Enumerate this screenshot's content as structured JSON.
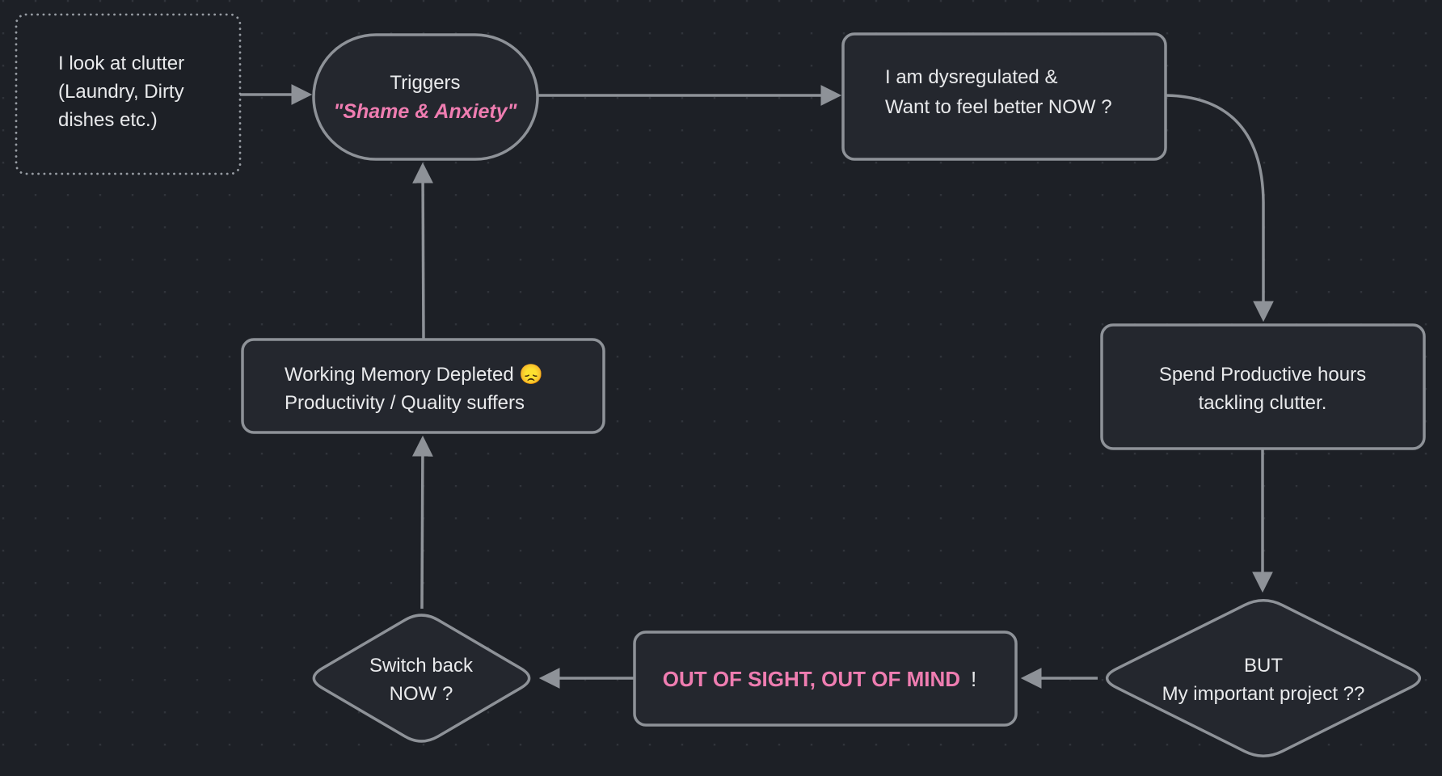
{
  "palette": {
    "background": "#1d2026",
    "grid_dot": "#30343b",
    "node_fill": "#24272e",
    "node_stroke": "#8e9298",
    "arrow": "#8e9298",
    "text": "#e9eaec",
    "pink_accent": "#ef7db1"
  },
  "nodes": {
    "clutter_note": {
      "lines": [
        "I look at clutter",
        "(Laundry, Dirty",
        "dishes etc.)"
      ]
    },
    "triggers": {
      "title": "Triggers",
      "subtitle": "\"Shame & Anxiety\""
    },
    "dysregulated": {
      "lines": [
        "I am dysregulated &",
        "Want to feel better NOW ?"
      ]
    },
    "spend_hours": {
      "lines": [
        "Spend Productive hours",
        "tackling clutter."
      ]
    },
    "but_project": {
      "lines": [
        "BUT",
        "My important project ??"
      ]
    },
    "out_of_sight": {
      "highlight": "OUT OF SIGHT, OUT OF MIND",
      "suffix": "!"
    },
    "switch_back": {
      "lines": [
        "Switch back",
        "NOW ?"
      ]
    },
    "working_memory": {
      "lines": [
        "Working Memory Depleted 😞",
        "Productivity / Quality suffers"
      ]
    }
  }
}
